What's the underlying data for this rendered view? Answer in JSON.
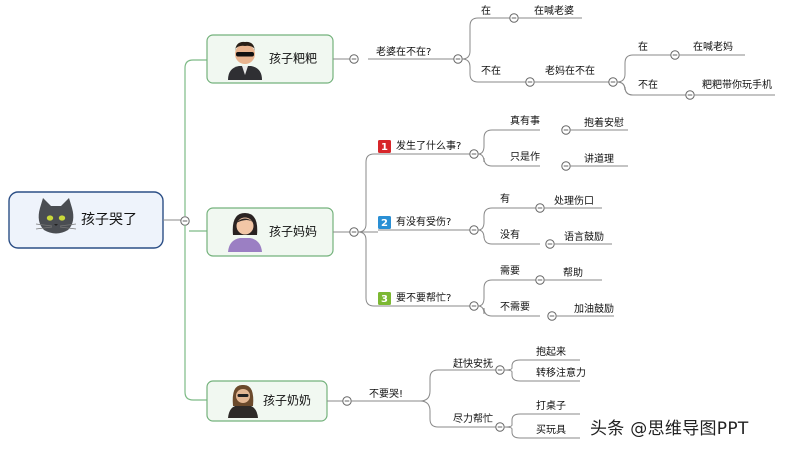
{
  "root": {
    "label": "孩子哭了",
    "icon": "cat-face-icon"
  },
  "branches": [
    {
      "label": "孩子粑粑",
      "icon": "dad-sunglasses-avatar-icon",
      "question": {
        "label": "老婆在不在?"
      },
      "answers": [
        {
          "label": "在",
          "result": "在喊老婆"
        },
        {
          "label": "不在",
          "result": "老妈在不在",
          "sub": [
            {
              "label": "在",
              "result": "在喊老妈"
            },
            {
              "label": "不在",
              "result": "粑粑带你玩手机"
            }
          ]
        }
      ]
    },
    {
      "label": "孩子妈妈",
      "icon": "mom-avatar-icon",
      "questions": [
        {
          "num": "1",
          "color": "#d7262a",
          "label": "发生了什么事?",
          "answers": [
            {
              "label": "真有事",
              "result": "抱着安慰"
            },
            {
              "label": "只是作",
              "result": "讲道理"
            }
          ]
        },
        {
          "num": "2",
          "color": "#2a8fd4",
          "label": "有没有受伤?",
          "answers": [
            {
              "label": "有",
              "result": "处理伤口"
            },
            {
              "label": "没有",
              "result": "语言鼓励"
            }
          ]
        },
        {
          "num": "3",
          "color": "#7cb832",
          "label": "要不要帮忙?",
          "answers": [
            {
              "label": "需要",
              "result": "帮助"
            },
            {
              "label": "不需要",
              "result": "加油鼓励"
            }
          ]
        }
      ]
    },
    {
      "label": "孩子奶奶",
      "icon": "grandma-avatar-icon",
      "question": {
        "label": "不要哭!"
      },
      "answers": [
        {
          "label": "赶快安抚",
          "results": [
            "抱起来",
            "转移注意力"
          ]
        },
        {
          "label": "尽力帮忙",
          "results": [
            "打桌子",
            "买玩具"
          ]
        }
      ]
    }
  ],
  "watermark": "头条 @思维导图PPT",
  "colors": {
    "line": "#8a8a8a",
    "branch_line": "#7dba86",
    "collapse": "#666666",
    "root_fill": "#eef3fb",
    "root_stroke": "#2c4f86",
    "branch_fill": "#f1f8f1",
    "branch_stroke": "#74b27c"
  }
}
